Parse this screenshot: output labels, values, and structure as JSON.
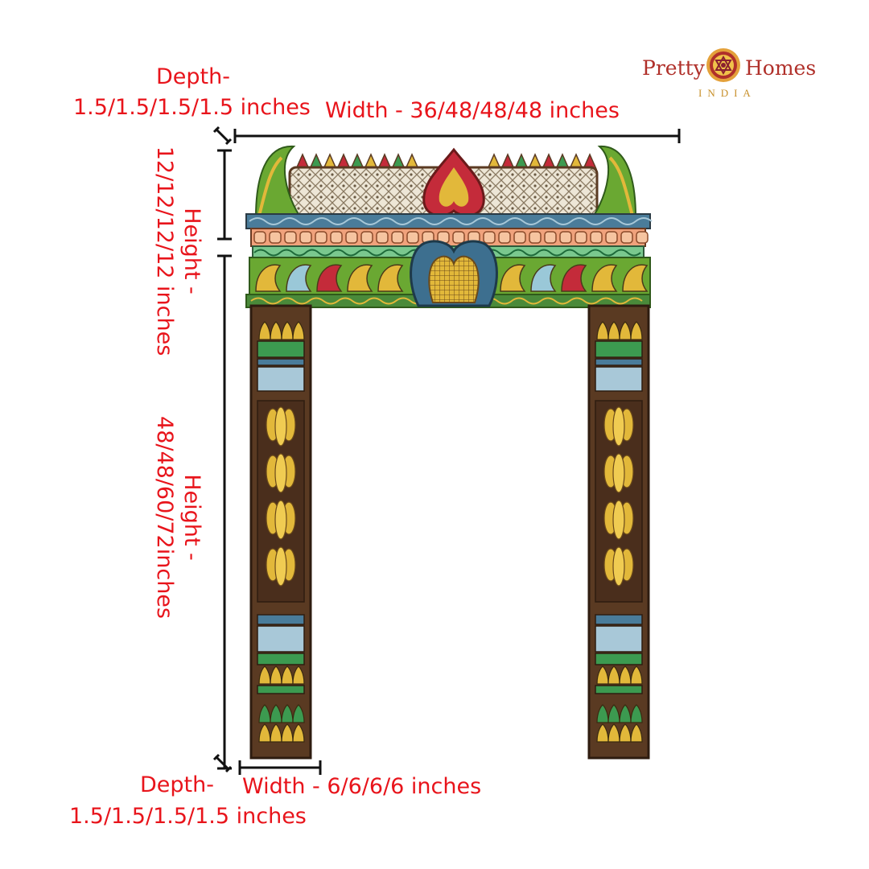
{
  "brand": {
    "word1": "Pretty",
    "word2": "Homes",
    "sub": "INDIA",
    "colors": {
      "primary": "#b0302a",
      "accent": "#c8902a"
    },
    "emblem_icon": "mandala-emblem-icon"
  },
  "labels": {
    "depth_top_line1": "Depth-",
    "depth_top_line2": "1.5/1.5/1.5/1.5 inches",
    "width_top": "Width - 36/48/48/48 inches",
    "height_top_line1": "Height -",
    "height_top_line2": "12/12/12/12 inches",
    "height_main_line1": "Height -",
    "height_main_line2": "48/48/60/72inches",
    "depth_bottom_line1": "Depth-",
    "depth_bottom_line2": "1.5/1.5/1.5/1.5 inches",
    "width_bottom": "Width - 6/6/6/6 inches"
  },
  "colors": {
    "label_red": "#e8141b",
    "wood_brown": "#5a3a22",
    "carving_yellow": "#e2b83a",
    "carving_green": "#3c9a50",
    "carving_blue": "#4a7c9a",
    "carving_red": "#c42b3a",
    "carving_peach": "#f0a27c",
    "carving_cream": "#ede6d6"
  }
}
